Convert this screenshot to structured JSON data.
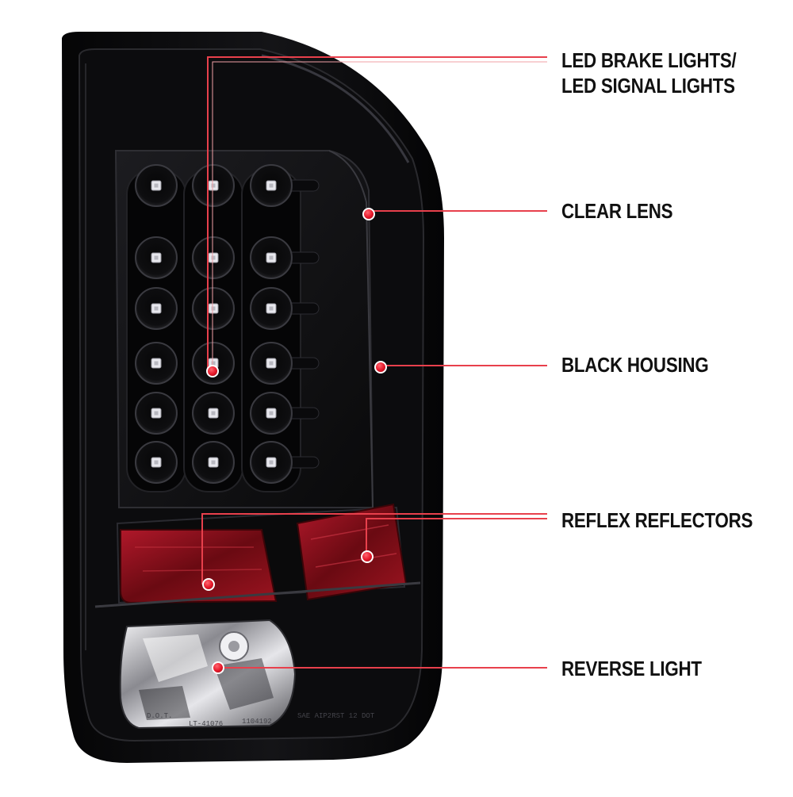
{
  "product": {
    "subject": "LED tail light assembly",
    "embossed_text": [
      "D.O.T.",
      "LT-41076",
      "1104192",
      "SAE AIP2RST 12 DOT"
    ]
  },
  "callouts": [
    {
      "id": "led-lights",
      "lines": [
        "LED BRAKE LIGHTS/",
        "LED SIGNAL LIGHTS"
      ]
    },
    {
      "id": "clear-lens",
      "lines": [
        "CLEAR LENS"
      ]
    },
    {
      "id": "black-housing",
      "lines": [
        "BLACK HOUSING"
      ]
    },
    {
      "id": "reflex-reflectors",
      "lines": [
        "REFLEX REFLECTORS"
      ]
    },
    {
      "id": "reverse-light",
      "lines": [
        "REVERSE LIGHT"
      ]
    }
  ],
  "colors": {
    "leader_line": "#e8404c",
    "marker_dot": "#e8182a",
    "housing": "#0b0b0c",
    "reflector": "#7a0d12",
    "label_text": "#111111"
  }
}
